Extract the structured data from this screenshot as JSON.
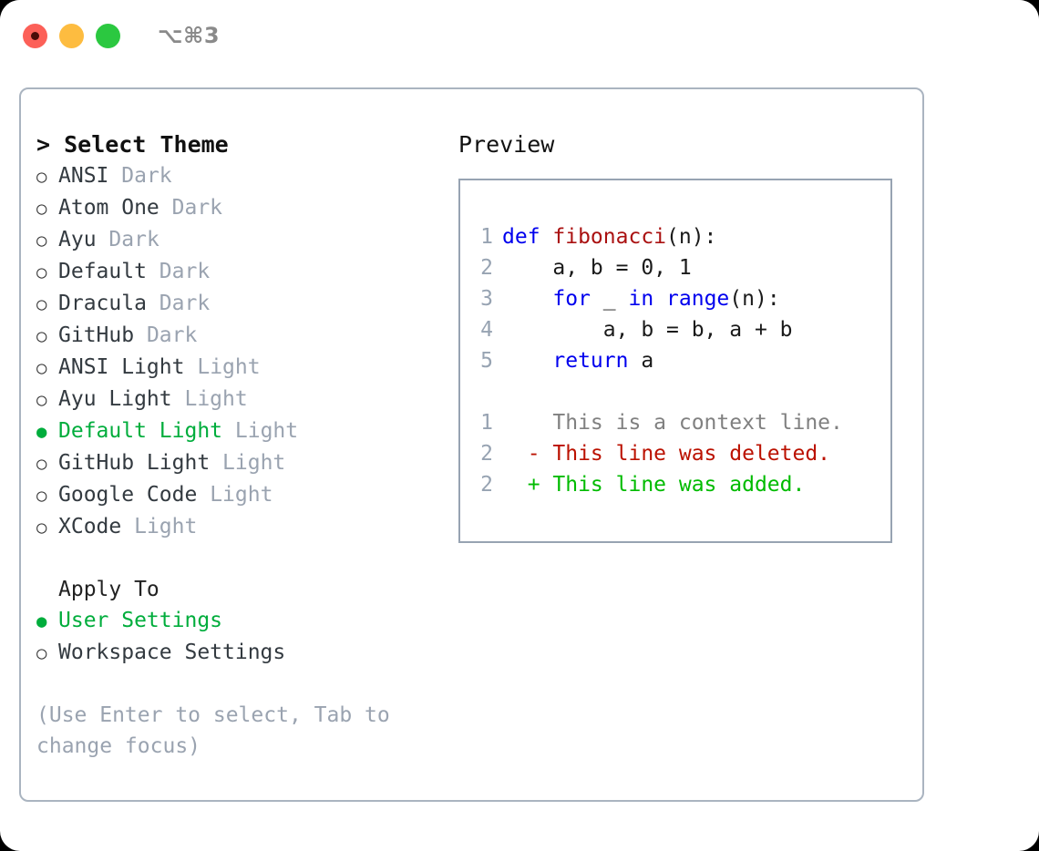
{
  "titlebar": {
    "shortcut": "⌥⌘3",
    "buttons": [
      {
        "name": "close",
        "color": "#fc6058"
      },
      {
        "name": "minimize",
        "color": "#fdbc40"
      },
      {
        "name": "maximize",
        "color": "#2bc840"
      }
    ]
  },
  "colors": {
    "accent_green": "#00ad3c",
    "muted": "#9aa3b0",
    "text": "#333a40",
    "keyword": "#0000ee",
    "function": "#aa1111",
    "diff_deleted": "#bb1100",
    "diff_added": "#00bb00",
    "panel_border": "#aab4c0"
  },
  "theme_picker": {
    "title": "> Select Theme",
    "items": [
      {
        "bullet": "○",
        "label": "ANSI",
        "tag": "Dark",
        "selected": false
      },
      {
        "bullet": "○",
        "label": "Atom One",
        "tag": "Dark",
        "selected": false
      },
      {
        "bullet": "○",
        "label": "Ayu",
        "tag": "Dark",
        "selected": false
      },
      {
        "bullet": "○",
        "label": "Default",
        "tag": "Dark",
        "selected": false
      },
      {
        "bullet": "○",
        "label": "Dracula",
        "tag": "Dark",
        "selected": false
      },
      {
        "bullet": "○",
        "label": "GitHub",
        "tag": "Dark",
        "selected": false
      },
      {
        "bullet": "○",
        "label": "ANSI Light",
        "tag": "Light",
        "selected": false
      },
      {
        "bullet": "○",
        "label": "Ayu Light",
        "tag": "Light",
        "selected": false
      },
      {
        "bullet": "●",
        "label": "Default Light",
        "tag": "Light",
        "selected": true
      },
      {
        "bullet": "○",
        "label": "GitHub Light",
        "tag": "Light",
        "selected": false
      },
      {
        "bullet": "○",
        "label": "Google Code",
        "tag": "Light",
        "selected": false
      },
      {
        "bullet": "○",
        "label": "XCode",
        "tag": "Light",
        "selected": false
      }
    ]
  },
  "apply_to": {
    "title": "Apply To",
    "items": [
      {
        "bullet": "●",
        "label": "User Settings",
        "selected": true
      },
      {
        "bullet": "○",
        "label": "Workspace Settings",
        "selected": false
      }
    ]
  },
  "hint": "(Use Enter to select, Tab to change focus)",
  "preview": {
    "title": "Preview",
    "code_lines": [
      {
        "num": "1",
        "spans": [
          {
            "t": "def ",
            "c": "kw"
          },
          {
            "t": "fibonacci",
            "c": "fn"
          },
          {
            "t": "(n):",
            "c": "pl"
          }
        ]
      },
      {
        "num": "2",
        "spans": [
          {
            "t": "    a, b = 0, 1",
            "c": "pl"
          }
        ]
      },
      {
        "num": "3",
        "spans": [
          {
            "t": "    ",
            "c": "pl"
          },
          {
            "t": "for",
            "c": "kw"
          },
          {
            "t": " _ ",
            "c": "pl"
          },
          {
            "t": "in ",
            "c": "kw"
          },
          {
            "t": "range",
            "c": "kw"
          },
          {
            "t": "(n):",
            "c": "pl"
          }
        ]
      },
      {
        "num": "4",
        "spans": [
          {
            "t": "        a, b = b, a + b",
            "c": "pl"
          }
        ]
      },
      {
        "num": "5",
        "spans": [
          {
            "t": "    ",
            "c": "pl"
          },
          {
            "t": "return",
            "c": "kw"
          },
          {
            "t": " a",
            "c": "pl"
          }
        ]
      }
    ],
    "diff_lines": [
      {
        "num": "1",
        "marker": "  ",
        "text": "This is a context line.",
        "kind": "ctx"
      },
      {
        "num": "2",
        "marker": "- ",
        "text": "This line was deleted.",
        "kind": "del"
      },
      {
        "num": "2",
        "marker": "+ ",
        "text": "This line was added.",
        "kind": "add"
      }
    ]
  }
}
